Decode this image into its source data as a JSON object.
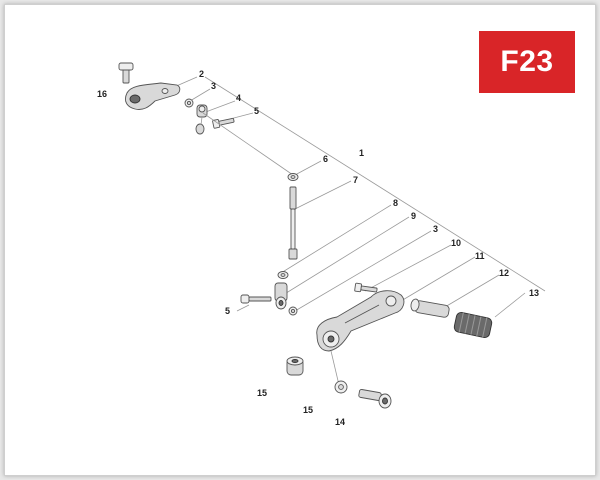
{
  "header": {
    "page_code": "F23"
  },
  "callouts": [
    {
      "id": "c16a",
      "text": "16"
    },
    {
      "id": "c2",
      "text": "2"
    },
    {
      "id": "c3a",
      "text": "3"
    },
    {
      "id": "c4",
      "text": "4"
    },
    {
      "id": "c5a",
      "text": "5"
    },
    {
      "id": "c1",
      "text": "1"
    },
    {
      "id": "c6",
      "text": "6"
    },
    {
      "id": "c7",
      "text": "7"
    },
    {
      "id": "c8",
      "text": "8"
    },
    {
      "id": "c9",
      "text": "9"
    },
    {
      "id": "c3b",
      "text": "3"
    },
    {
      "id": "c10",
      "text": "10"
    },
    {
      "id": "c11",
      "text": "11"
    },
    {
      "id": "c12",
      "text": "12"
    },
    {
      "id": "c13",
      "text": "13"
    },
    {
      "id": "c5b",
      "text": "5"
    },
    {
      "id": "c15a",
      "text": "15"
    },
    {
      "id": "c15b",
      "text": "15"
    },
    {
      "id": "c14",
      "text": "14"
    }
  ],
  "colors": {
    "badge": "#d92528",
    "leader": "#9a9a9a"
  }
}
